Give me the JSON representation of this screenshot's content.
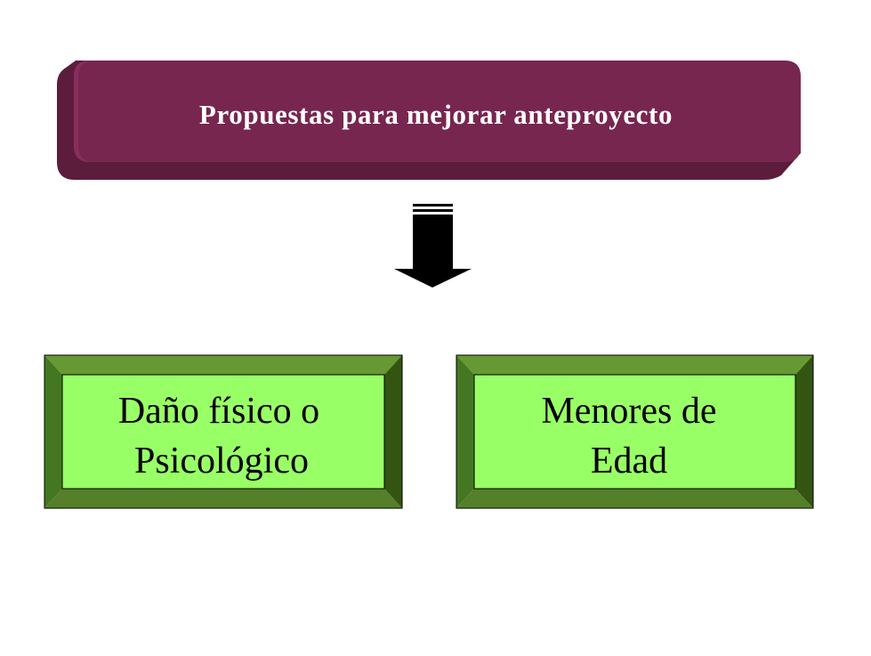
{
  "title": {
    "text": "Propuestas para mejorar anteproyecto"
  },
  "boxes": [
    {
      "lines": [
        "Daño físico o",
        "Psicológico"
      ]
    },
    {
      "lines": [
        "Menores de",
        "Edad"
      ]
    }
  ],
  "colors": {
    "banner_fill": "#77264f",
    "banner_edge": "#5c1d3d",
    "banner_light": "#8a2d5e",
    "box_face": "#99ff66",
    "box_bevel_top": "#669933",
    "box_bevel_left": "#447722",
    "box_bevel_right": "#335511",
    "box_bevel_bottom": "#557f2a",
    "arrow": "#000000"
  },
  "icons": {
    "connector": "down-arrow-icon"
  }
}
